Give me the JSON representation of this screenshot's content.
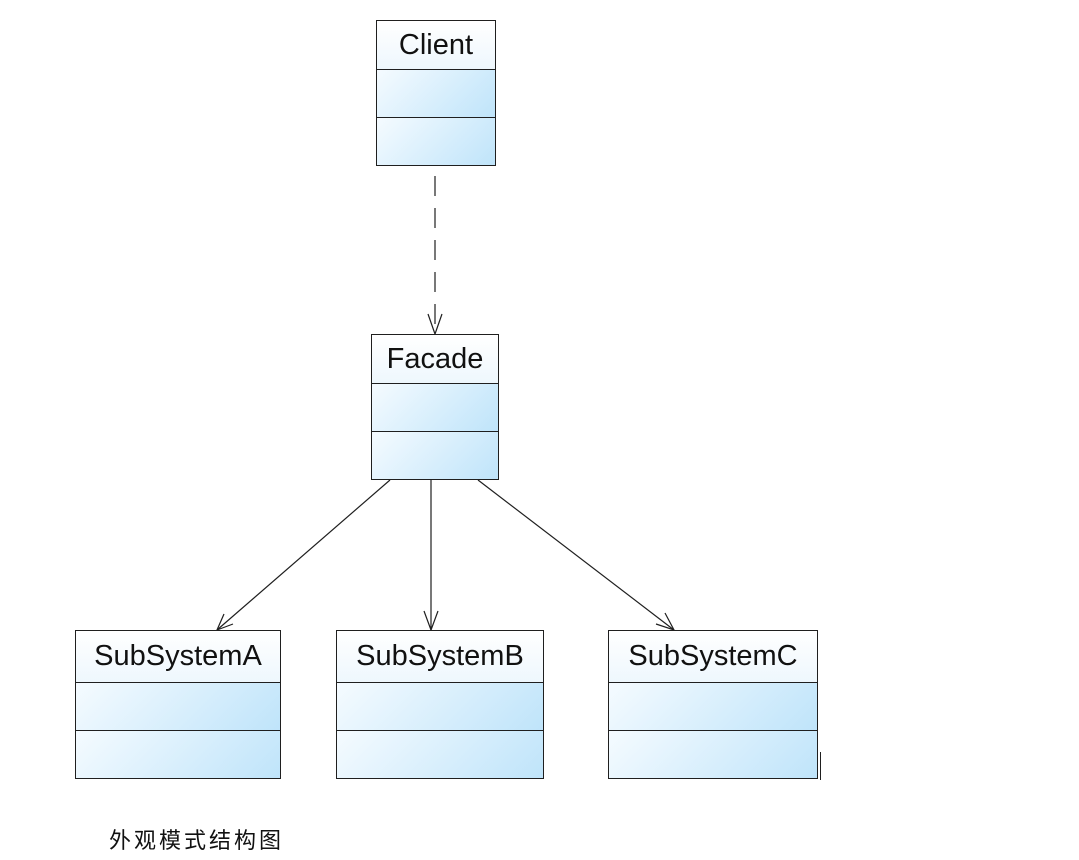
{
  "diagram": {
    "classes": {
      "client": {
        "name": "Client"
      },
      "facade": {
        "name": "Facade"
      },
      "subsystem_a": {
        "name": "SubSystemA"
      },
      "subsystem_b": {
        "name": "SubSystemB"
      },
      "subsystem_c": {
        "name": "SubSystemC"
      }
    },
    "relationships": [
      {
        "from": "Client",
        "to": "Facade",
        "type": "dependency",
        "line": "dashed",
        "arrow": "open"
      },
      {
        "from": "Facade",
        "to": "SubSystemA",
        "type": "association",
        "line": "solid",
        "arrow": "open"
      },
      {
        "from": "Facade",
        "to": "SubSystemB",
        "type": "association",
        "line": "solid",
        "arrow": "open"
      },
      {
        "from": "Facade",
        "to": "SubSystemC",
        "type": "association",
        "line": "solid",
        "arrow": "open"
      }
    ],
    "caption": "外观模式结构图"
  },
  "colors": {
    "class_fill": "#bfe4fa",
    "border": "#1f1f1f",
    "background": "#ffffff"
  }
}
